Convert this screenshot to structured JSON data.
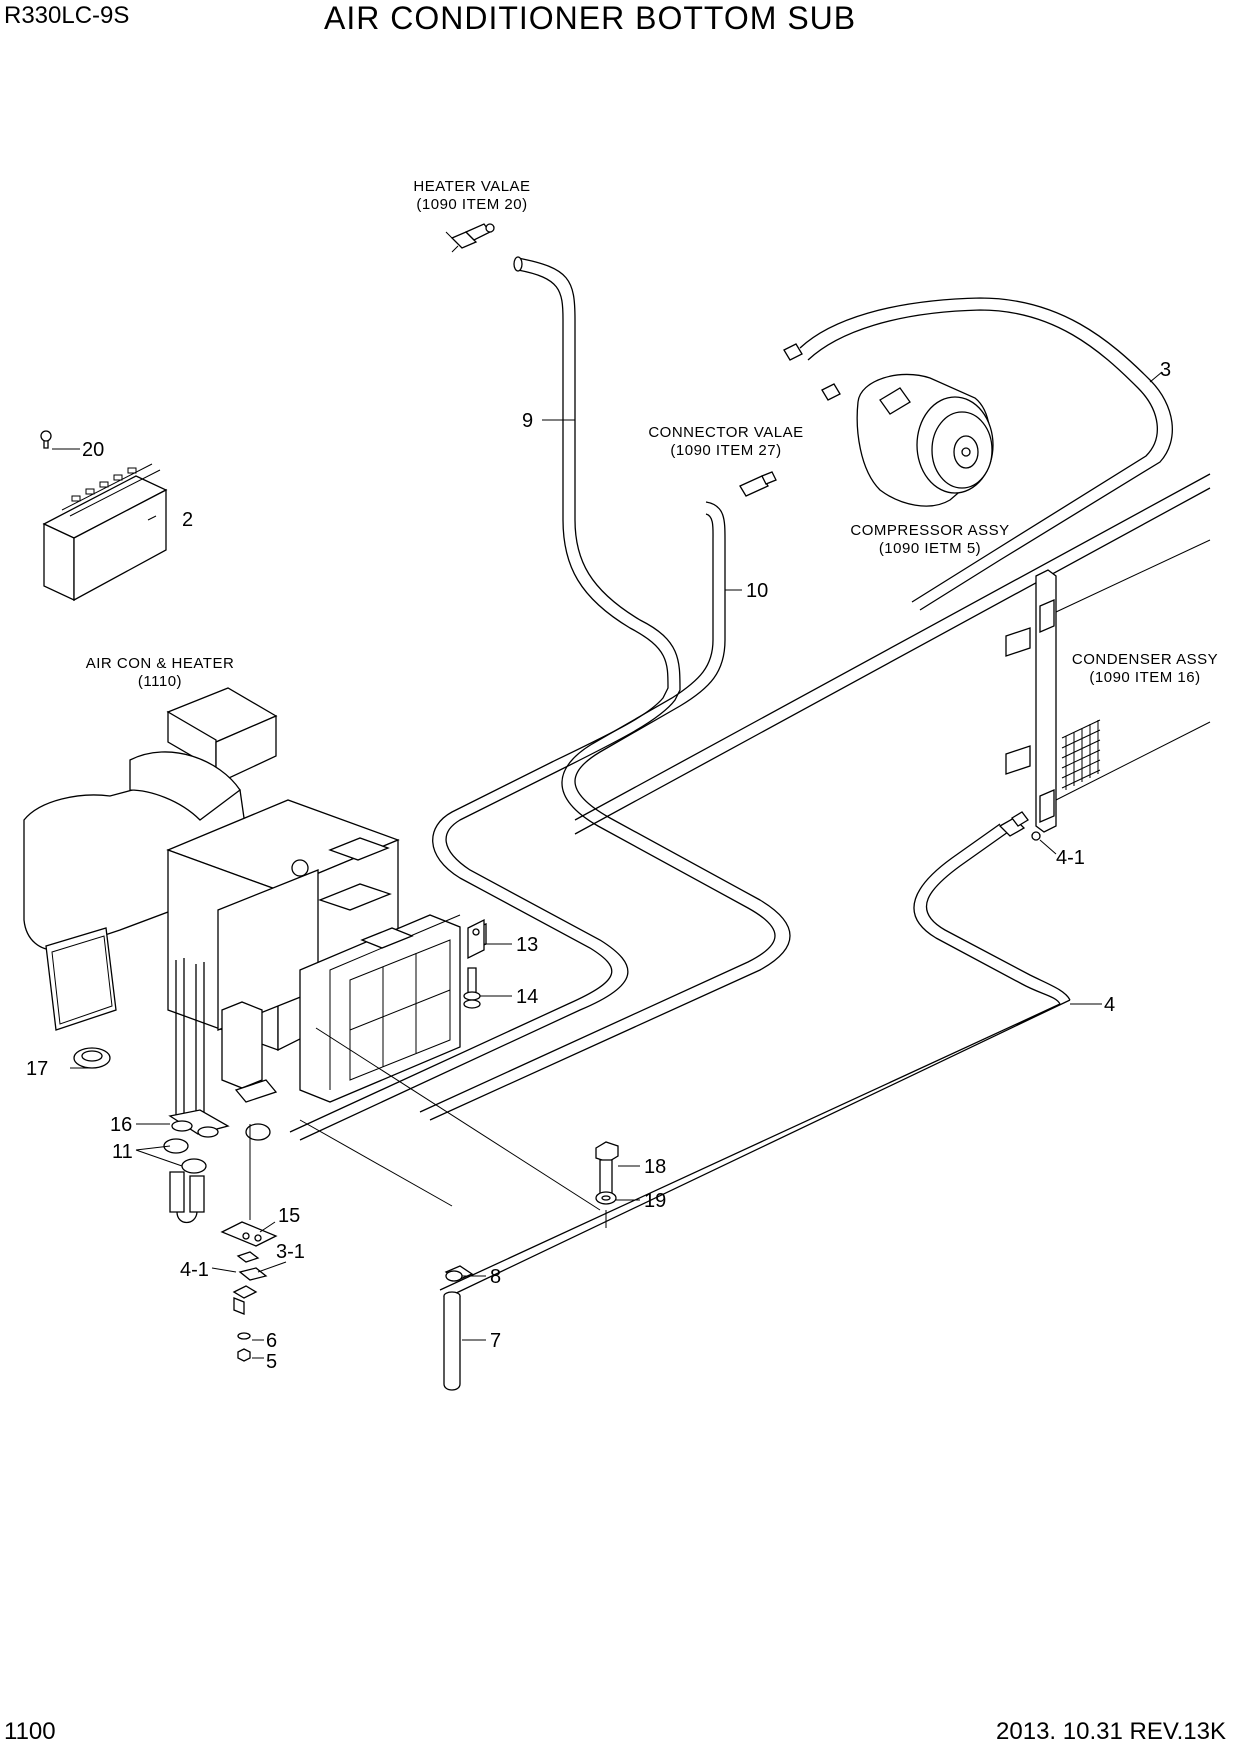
{
  "header": {
    "model": "R330LC-9S",
    "title": "AIR CONDITIONER BOTTOM SUB"
  },
  "footer": {
    "page": "1100",
    "revision": "2013. 10.31  REV.13K"
  },
  "components": {
    "heater_valve": {
      "line1": "HEATER VALAE",
      "line2": "(1090 ITEM 20)"
    },
    "connector_valve": {
      "line1": "CONNECTOR VALAE",
      "line2": "(1090 ITEM 27)"
    },
    "compressor": {
      "line1": "COMPRESSOR ASSY",
      "line2": "(1090 IETM 5)"
    },
    "condenser": {
      "line1": "CONDENSER ASSY",
      "line2": "(1090 ITEM 16)"
    },
    "aircon_heater": {
      "line1": "AIR CON & HEATER",
      "line2": "(1110)"
    }
  },
  "callouts": {
    "c20": "20",
    "c2": "2",
    "c9": "9",
    "c3": "3",
    "c10": "10",
    "c4_1_top": "4-1",
    "c4": "4",
    "c13": "13",
    "c14": "14",
    "c17": "17",
    "c16": "16",
    "c11": "11",
    "c18": "18",
    "c19": "19",
    "c15": "15",
    "c3_1": "3-1",
    "c4_1_bottom": "4-1",
    "c8": "8",
    "c6": "6",
    "c5": "5",
    "c7": "7"
  }
}
